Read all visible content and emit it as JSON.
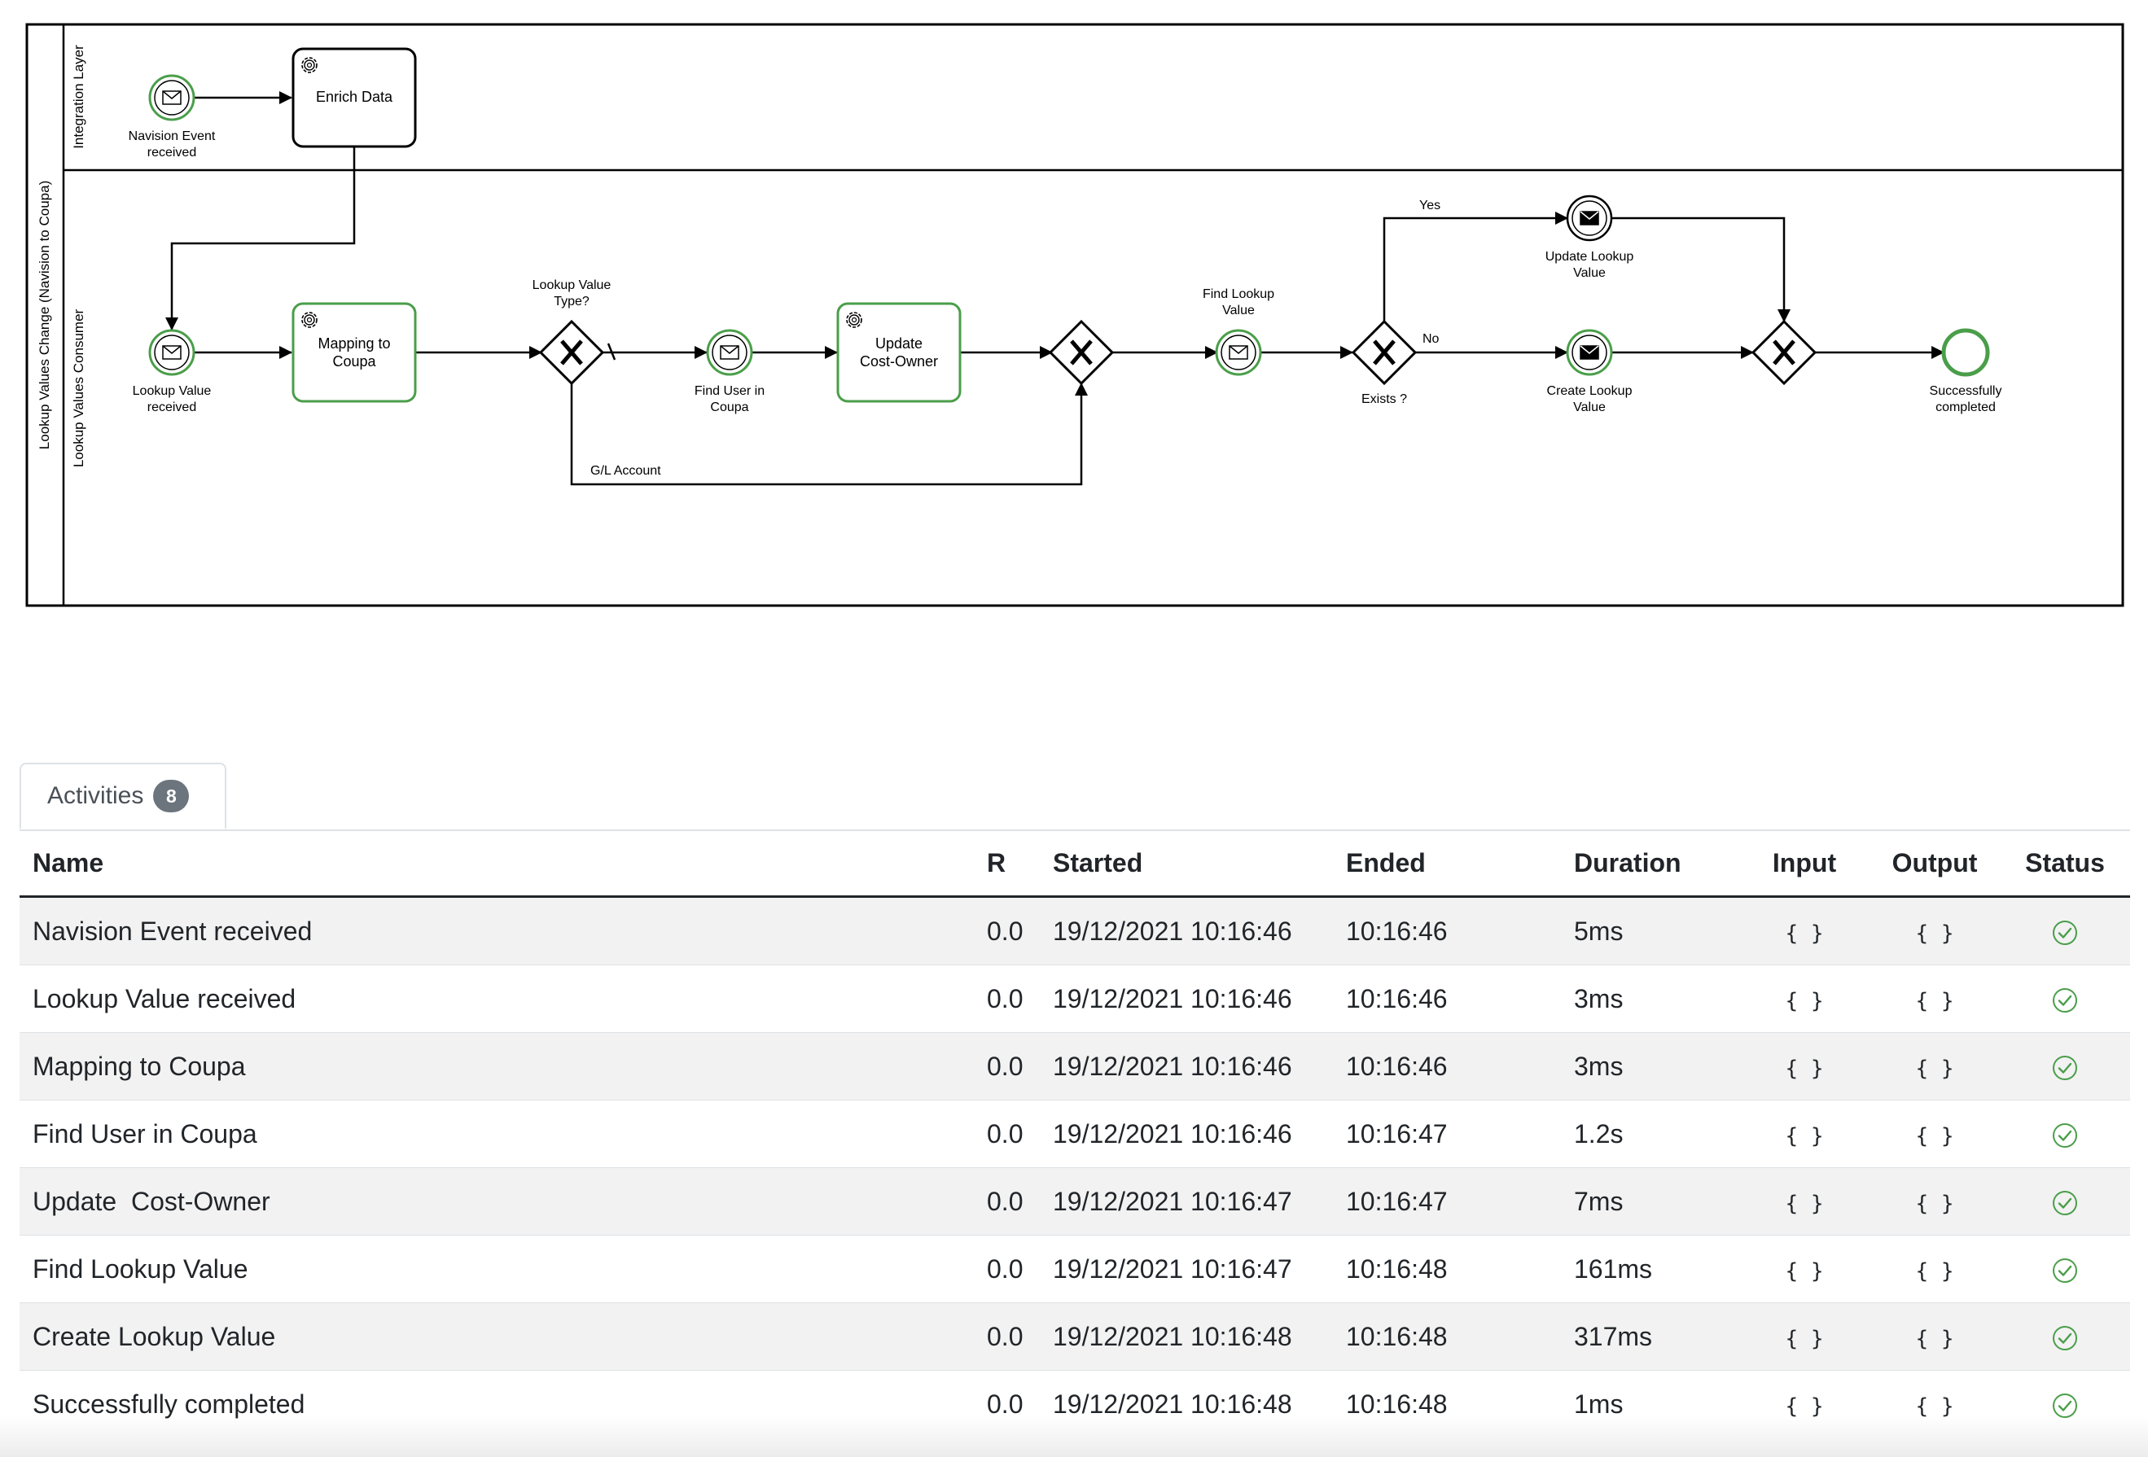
{
  "diagram": {
    "pool_label": "Lookup Values Change (Navision to Coupa)",
    "lanes": [
      "Integration Layer",
      "Lookup Values Consumer"
    ],
    "nodes": {
      "navision_event": "Navision Event|received",
      "enrich_data": "Enrich Data",
      "lookup_value_received": "Lookup Value|received",
      "mapping": "Mapping to|Coupa",
      "gw_type": "Lookup Value|Type?",
      "find_user": "Find User in|Coupa",
      "update_owner": "Update|Cost-Owner",
      "find_lookup": "Find Lookup|Value",
      "gw_exists": "Exists ?",
      "update_lookup": "Update Lookup|Value",
      "create_lookup": "Create Lookup|Value",
      "end": "Successfully|completed"
    },
    "flows": {
      "gl_account": "G/L Account",
      "yes": "Yes",
      "no": "No"
    },
    "colors": {
      "completed": "#4a9e4a",
      "stroke": "#000000"
    }
  },
  "tabs": {
    "activities_label": "Activities",
    "activities_count": "8"
  },
  "table": {
    "columns": {
      "name": "Name",
      "r": "R",
      "started": "Started",
      "ended": "Ended",
      "duration": "Duration",
      "input": "Input",
      "output": "Output",
      "status": "Status"
    },
    "rows": [
      {
        "name": "Navision Event received",
        "r": "0.0",
        "started": "19/12/2021 10:16:46",
        "ended": "10:16:46",
        "duration": "5ms",
        "input": "{ }",
        "output": "{ }",
        "status": "completed"
      },
      {
        "name": "Lookup Value received",
        "r": "0.0",
        "started": "19/12/2021 10:16:46",
        "ended": "10:16:46",
        "duration": "3ms",
        "input": "{ }",
        "output": "{ }",
        "status": "completed"
      },
      {
        "name": "Mapping to Coupa",
        "r": "0.0",
        "started": "19/12/2021 10:16:46",
        "ended": "10:16:46",
        "duration": "3ms",
        "input": "{ }",
        "output": "{ }",
        "status": "completed"
      },
      {
        "name": "Find User in Coupa",
        "r": "0.0",
        "started": "19/12/2021 10:16:46",
        "ended": "10:16:47",
        "duration": "1.2s",
        "input": "{ }",
        "output": "{ }",
        "status": "completed"
      },
      {
        "name": "Update  Cost-Owner",
        "r": "0.0",
        "started": "19/12/2021 10:16:47",
        "ended": "10:16:47",
        "duration": "7ms",
        "input": "{ }",
        "output": "{ }",
        "status": "completed"
      },
      {
        "name": "Find Lookup Value",
        "r": "0.0",
        "started": "19/12/2021 10:16:47",
        "ended": "10:16:48",
        "duration": "161ms",
        "input": "{ }",
        "output": "{ }",
        "status": "completed"
      },
      {
        "name": "Create Lookup Value",
        "r": "0.0",
        "started": "19/12/2021 10:16:48",
        "ended": "10:16:48",
        "duration": "317ms",
        "input": "{ }",
        "output": "{ }",
        "status": "completed"
      },
      {
        "name": "Successfully completed",
        "r": "0.0",
        "started": "19/12/2021 10:16:48",
        "ended": "10:16:48",
        "duration": "1ms",
        "input": "{ }",
        "output": "{ }",
        "status": "completed"
      }
    ]
  }
}
